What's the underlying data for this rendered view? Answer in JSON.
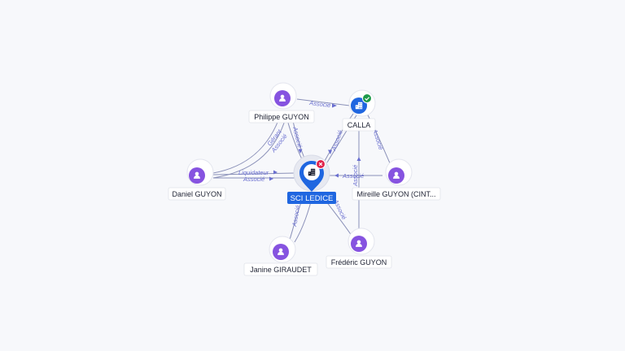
{
  "colors": {
    "person": "#8653e0",
    "company": "#1f66e0",
    "edge": "#8a90b8",
    "edge_label": "#6a6fd0",
    "badge_ok": "#1e9a4a",
    "badge_closed": "#e0244c"
  },
  "main_node": {
    "label": "SCI LEDICE",
    "icon": "building-icon",
    "badge": "close-icon"
  },
  "nodes": {
    "philippe": {
      "label": "Philippe GUYON",
      "icon": "person-icon"
    },
    "calla": {
      "label": "CALLA",
      "icon": "building-icon",
      "badge": "check-icon"
    },
    "daniel": {
      "label": "Daniel GUYON",
      "icon": "person-icon"
    },
    "mireille": {
      "label": "Mireille GUYON (CINT...",
      "icon": "person-icon"
    },
    "janine": {
      "label": "Janine GIRAUDET",
      "icon": "person-icon"
    },
    "frederic": {
      "label": "Frédéric GUYON",
      "icon": "person-icon"
    }
  },
  "edges": {
    "philippe_calla": "Associé",
    "philippe_sci_1": "Gérant",
    "philippe_sci_2": "Associé",
    "philippe_sci_3": "Associé",
    "daniel_sci_1": "Liquidateur",
    "daniel_sci_2": "Associé",
    "calla_sci": "Associé",
    "mireille_calla": "Associé",
    "mireille_sci": "Associé",
    "frederic_calla": "Associé",
    "janine_sci": "Associé",
    "frederic_sci": "Associé"
  }
}
